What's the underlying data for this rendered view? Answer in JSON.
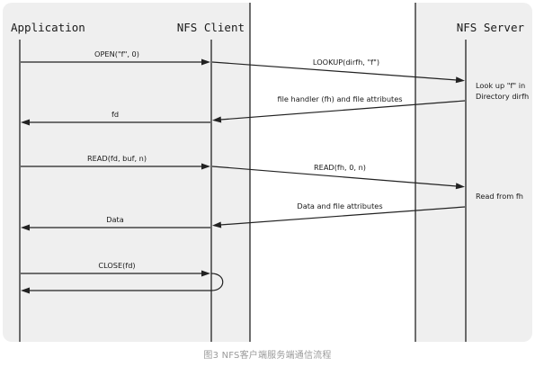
{
  "participants": {
    "application": "Application",
    "client": "NFS Client",
    "server": "NFS Server"
  },
  "messages": {
    "open": "OPEN(\"f\", 0)",
    "lookup": "LOOKUP(dirfh, \"f\")",
    "lookup_note_1": "Look up \"f\" in",
    "lookup_note_2": "Directory dirfh",
    "fh_attrs": "file handler (fh) and file attributes",
    "fd": "fd",
    "read": "READ(fd, buf, n)",
    "read_fh": "READ(fh, 0, n)",
    "read_note": "Read from fh",
    "data_attrs": "Data and file attributes",
    "data": "Data",
    "close": "CLOSE(fd)"
  },
  "caption": "图3 NFS客户端服务端通信流程",
  "colors": {
    "panel_background": "#efefef",
    "network_band": "#ffffff",
    "line": "#222222",
    "caption_text": "#9a9a9a"
  }
}
